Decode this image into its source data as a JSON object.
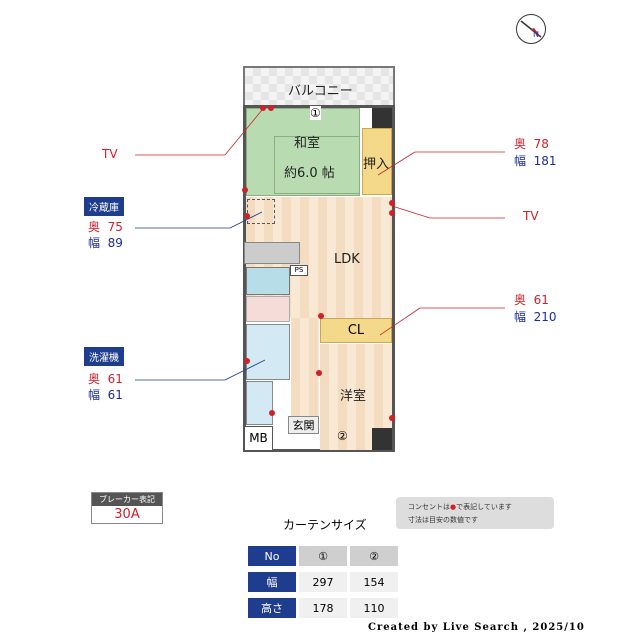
{
  "compass": {
    "icon": "compass-north-icon"
  },
  "rooms": {
    "balcony": "バルコニー",
    "washitsu": "和室",
    "washitsu_size": "約6.0 帖",
    "oshiire": "押入",
    "ldk": "LDK",
    "ps": "PS",
    "cl": "CL",
    "yoshitsu": "洋室",
    "genkan": "玄関",
    "mb": "MB",
    "curtain1": "①",
    "curtain2": "②"
  },
  "left_labels": {
    "tv": "TV",
    "fridge": {
      "title": "冷蔵庫",
      "depth_label": "奥",
      "depth": "75",
      "width_label": "幅",
      "width": "89"
    },
    "washer": {
      "title": "洗濯機",
      "depth_label": "奥",
      "depth": "61",
      "width_label": "幅",
      "width": "61"
    }
  },
  "right_labels": {
    "oshiire": {
      "depth_label": "奥",
      "depth": "78",
      "width_label": "幅",
      "width": "181"
    },
    "tv": "TV",
    "cl": {
      "depth_label": "奥",
      "depth": "61",
      "width_label": "幅",
      "width": "210"
    }
  },
  "breaker": {
    "title": "ブレーカー表記",
    "value": "30A"
  },
  "note": {
    "line1_a": "コンセントは",
    "line1_b": "で表記しています",
    "line2": "寸法は目安の数値です"
  },
  "curtain": {
    "title": "カーテンサイズ",
    "headers": [
      "No",
      "幅",
      "高さ"
    ],
    "cols": [
      {
        "no": "①",
        "width": "297",
        "height": "178"
      },
      {
        "no": "②",
        "width": "154",
        "height": "110"
      }
    ]
  },
  "colors": {
    "outlet": "#d0202a",
    "label_blue": "#1f3d8f"
  },
  "footer": "Created by Live Search , 2025/10"
}
